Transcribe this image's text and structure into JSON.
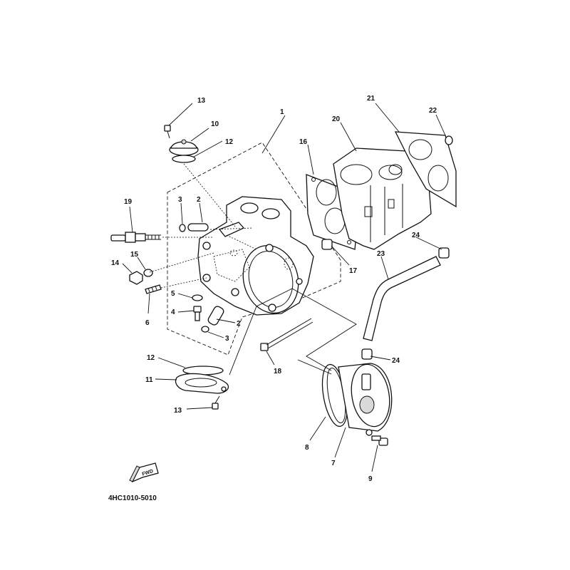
{
  "diagram": {
    "code": "4HC1010-5010",
    "fwd_label": "FWD",
    "callouts": [
      {
        "id": "c13a",
        "text": "13"
      },
      {
        "id": "c10",
        "text": "10"
      },
      {
        "id": "c12a",
        "text": "12"
      },
      {
        "id": "c1",
        "text": "1"
      },
      {
        "id": "c21",
        "text": "21"
      },
      {
        "id": "c22",
        "text": "22"
      },
      {
        "id": "c20",
        "text": "20"
      },
      {
        "id": "c16",
        "text": "16"
      },
      {
        "id": "c3a",
        "text": "3"
      },
      {
        "id": "c2a",
        "text": "2"
      },
      {
        "id": "c19",
        "text": "19"
      },
      {
        "id": "c15",
        "text": "15"
      },
      {
        "id": "c14",
        "text": "14"
      },
      {
        "id": "c24a",
        "text": "24"
      },
      {
        "id": "c23",
        "text": "23"
      },
      {
        "id": "c17",
        "text": "17"
      },
      {
        "id": "c5",
        "text": "5"
      },
      {
        "id": "c4",
        "text": "4"
      },
      {
        "id": "c6",
        "text": "6"
      },
      {
        "id": "c2b",
        "text": "2"
      },
      {
        "id": "c3b",
        "text": "3"
      },
      {
        "id": "c18",
        "text": "18"
      },
      {
        "id": "c24b",
        "text": "24"
      },
      {
        "id": "c12b",
        "text": "12"
      },
      {
        "id": "c11",
        "text": "11"
      },
      {
        "id": "c13b",
        "text": "13"
      },
      {
        "id": "c8",
        "text": "8"
      },
      {
        "id": "c7",
        "text": "7"
      },
      {
        "id": "c9",
        "text": "9"
      }
    ]
  }
}
